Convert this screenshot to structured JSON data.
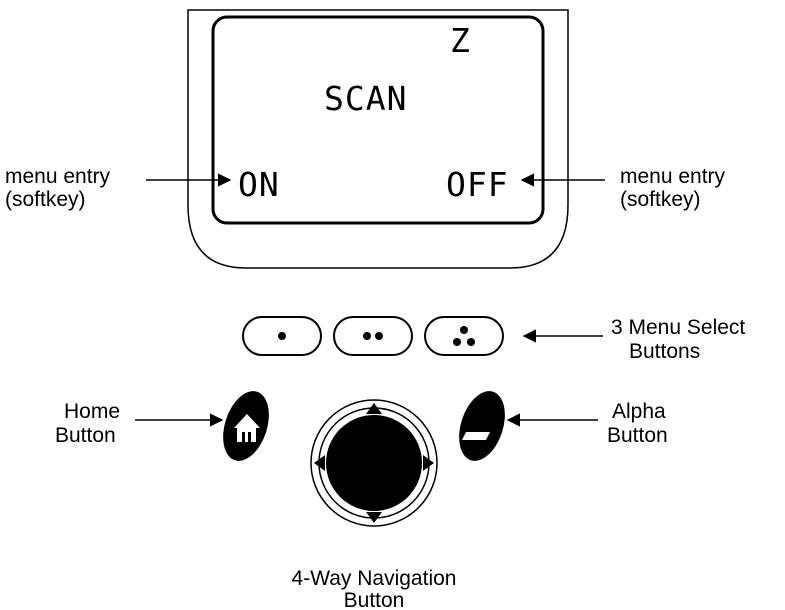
{
  "display": {
    "status_glyph": "Z",
    "title": "SCAN",
    "left_softkey": "ON",
    "right_softkey": "OFF"
  },
  "callouts": {
    "left_menu_entry": [
      "menu entry",
      "(softkey)"
    ],
    "right_menu_entry": [
      "menu entry",
      "(softkey)"
    ],
    "menu_select": [
      "3 Menu Select",
      "Buttons"
    ],
    "home": [
      "Home",
      "Button"
    ],
    "alpha": [
      "Alpha",
      "Button"
    ],
    "nav": [
      "4-Way Navigation",
      "Button"
    ]
  },
  "icons": {
    "home_button": "home-icon",
    "alpha_button": "laptop-icon",
    "menu_select_1": "one-dot-icon",
    "menu_select_2": "two-dots-icon",
    "menu_select_3": "three-dots-icon",
    "nav_arrows": [
      "up-arrow-icon",
      "down-arrow-icon",
      "left-arrow-icon",
      "right-arrow-icon"
    ]
  },
  "colors": {
    "ink": "#000000",
    "button_fill": "#000000",
    "background": "#ffffff"
  }
}
